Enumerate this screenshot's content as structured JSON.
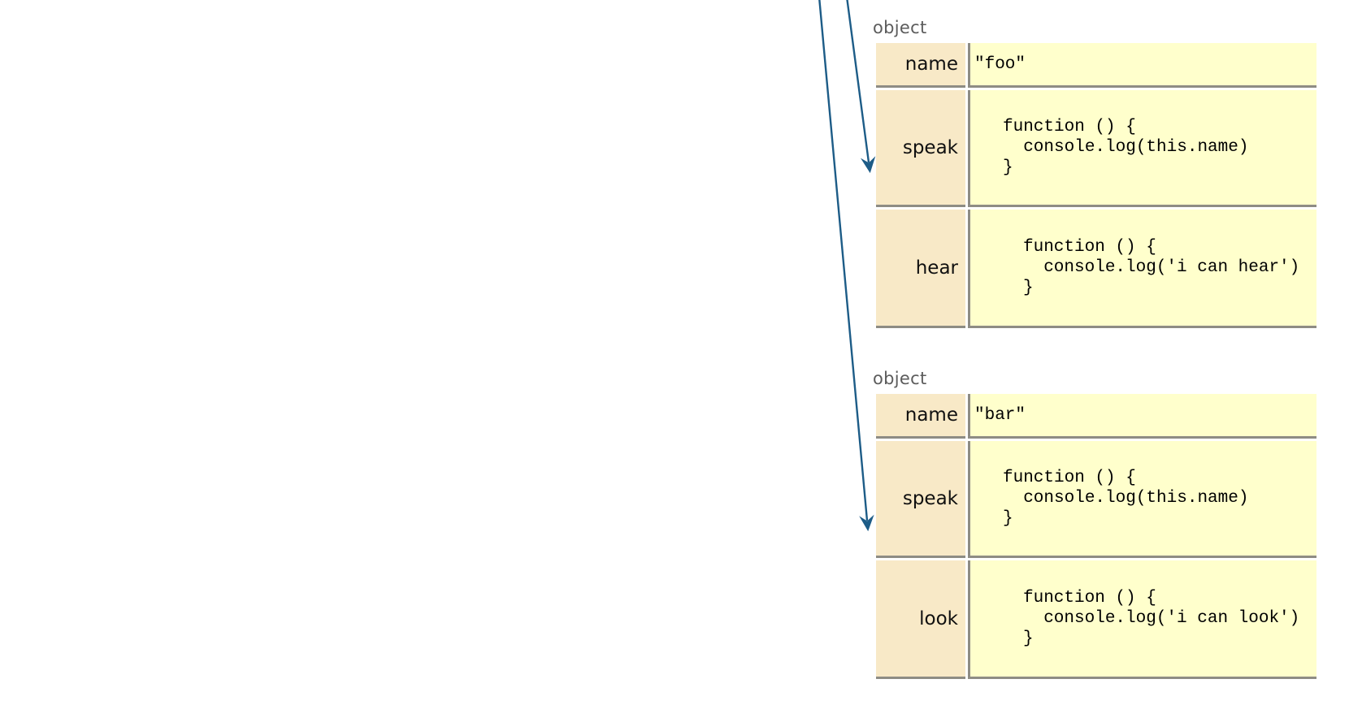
{
  "diagram": {
    "description": "Two JavaScript object diagrams with reference arrows pointing at their speak methods",
    "colors": {
      "background": "#ffffff",
      "key_cell_bg": "#f8e9c7",
      "value_cell_bg": "#ffffcc",
      "cell_border": "#8e8c84",
      "object_label_text": "#5c5c5c",
      "arrow_stroke": "#1d5c87",
      "code_text": "#000000"
    },
    "objects": [
      {
        "label": "object",
        "rows": [
          {
            "key": "name",
            "value": "\"foo\""
          },
          {
            "key": "speak",
            "value": "function () {\n  console.log(this.name)\n}"
          },
          {
            "key": "hear",
            "value": "function () {\n  console.log('i can hear')\n}"
          }
        ]
      },
      {
        "label": "object",
        "rows": [
          {
            "key": "name",
            "value": "\"bar\""
          },
          {
            "key": "speak",
            "value": "function () {\n  console.log(this.name)\n}"
          },
          {
            "key": "look",
            "value": "function () {\n  console.log('i can look')\n}"
          }
        ]
      }
    ],
    "arrows": [
      {
        "name": "arrow-to-object1-speak",
        "target": "speak row of first object"
      },
      {
        "name": "arrow-to-object2-speak",
        "target": "speak row of second object"
      }
    ]
  }
}
